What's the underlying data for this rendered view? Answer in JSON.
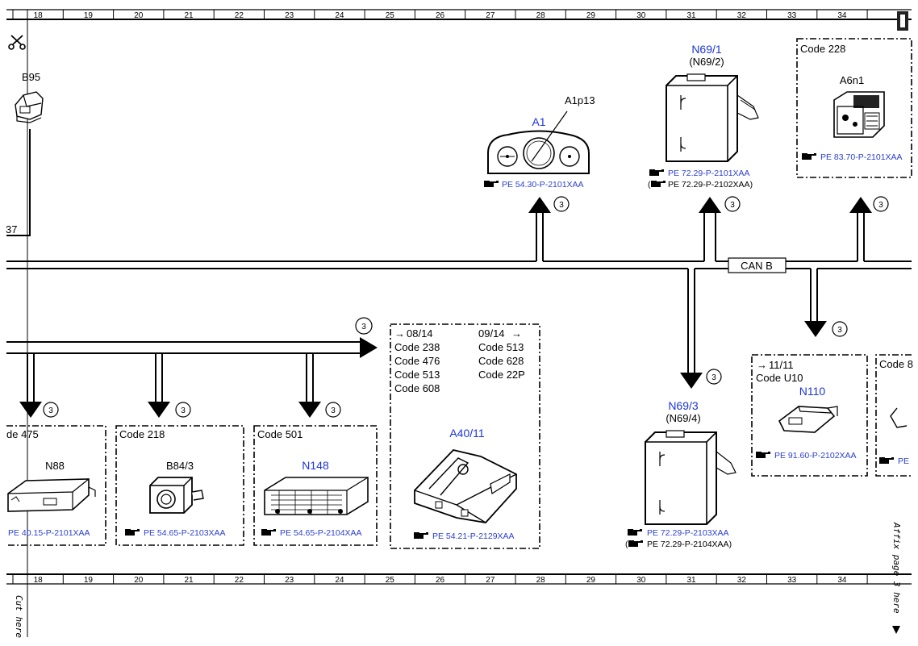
{
  "ruler": {
    "top_numbers": [
      "18",
      "19",
      "20",
      "21",
      "22",
      "23",
      "24",
      "25",
      "26",
      "27",
      "28",
      "29",
      "30",
      "31",
      "32",
      "33",
      "34"
    ],
    "bottom_numbers": [
      "18",
      "19",
      "20",
      "21",
      "22",
      "23",
      "24",
      "25",
      "26",
      "27",
      "28",
      "29",
      "30",
      "31",
      "32",
      "33",
      "34"
    ]
  },
  "bus": {
    "label": "CAN B"
  },
  "components": {
    "b95": {
      "label": "B95"
    },
    "left_cut": {
      "label": "37"
    },
    "a1": {
      "label": "A1",
      "sublabel": "A1p13",
      "ref": "PE 54.30-P-2101XAA",
      "circle": "3"
    },
    "n69_1": {
      "label": "N69/1",
      "alt": "(N69/2)",
      "ref1": "PE 72.29-P-2101XAA",
      "ref2": "PE 72.29-P-2102XAA)",
      "ref2_open": "(",
      "circle": "3"
    },
    "a6n1": {
      "code": "Code 228",
      "label": "A6n1",
      "ref": "PE 83.70-P-2101XAA",
      "circle": "3"
    },
    "n88": {
      "code": "de 475",
      "label": "N88",
      "ref": "PE 40.15-P-2101XAA",
      "circle": "3"
    },
    "b84_3": {
      "code": "Code 218",
      "label": "B84/3",
      "ref": "PE 54.65-P-2103XAA",
      "circle": "3"
    },
    "n148": {
      "code": "Code 501",
      "label": "N148",
      "ref": "PE 54.65-P-2104XAA",
      "circle": "3"
    },
    "a40_11": {
      "from": "08/14",
      "until": "09/14",
      "codes_left": [
        "Code 238",
        "Code 476",
        "Code 513",
        "Code 608"
      ],
      "codes_right": [
        "Code 513",
        "Code 628",
        "Code 22P"
      ],
      "label": "A40/11",
      "ref": "PE 54.21-P-2129XAA",
      "circle": "3"
    },
    "n69_3": {
      "label": "N69/3",
      "alt": "(N69/4)",
      "ref1": "PE 72.29-P-2103XAA",
      "ref2": "PE 72.29-P-2104XAA)",
      "ref2_open": "(",
      "circle": "3"
    },
    "n110": {
      "from": "11/11",
      "code": "Code U10",
      "label": "N110",
      "ref": "PE 91.60-P-2102XAA",
      "circle": "3"
    },
    "right_cut": {
      "code": "Code 8",
      "ref": "PE"
    }
  },
  "arrow_bus_circle": "3",
  "margin_notes": {
    "affix": "Affix page 3 here",
    "cut": "Cut here"
  }
}
